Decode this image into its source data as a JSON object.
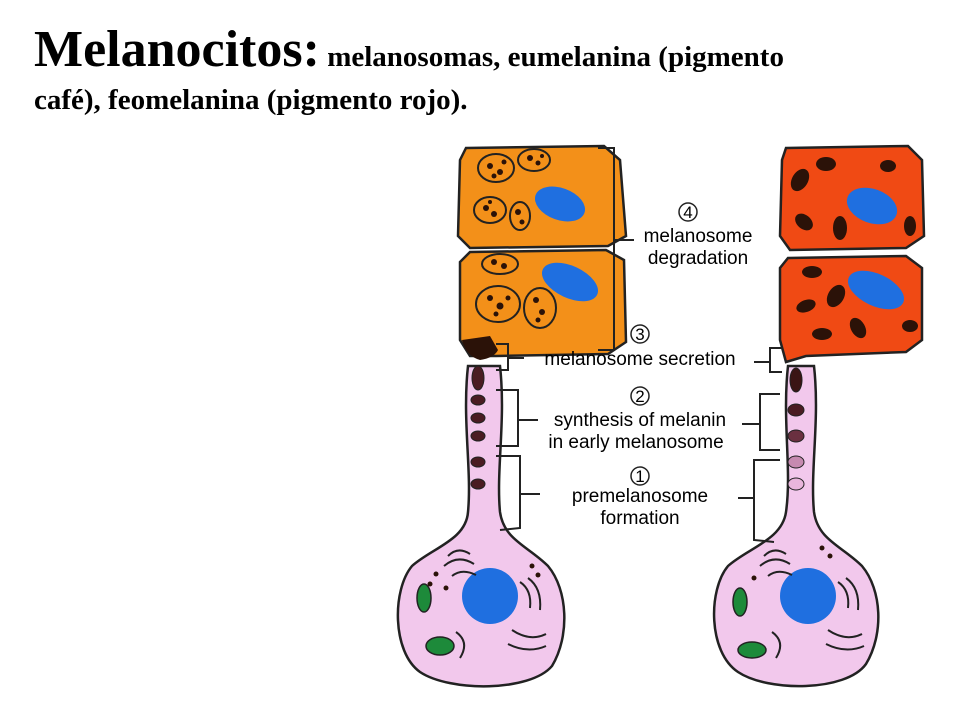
{
  "title": {
    "main": "Melanocitos:",
    "rest": " melanosomas, eumelanina (pigmento",
    "line2": "café), feomelanina (pigmento rojo)."
  },
  "diagram": {
    "stages": [
      {
        "number": "4",
        "line1": "melanosome",
        "line2": "degradation"
      },
      {
        "number": "3",
        "line1": "melanosome secretion"
      },
      {
        "number": "2",
        "line1": "synthesis of melanin",
        "line2": "in early melanosome"
      },
      {
        "number": "1",
        "line1": "premelanosome",
        "line2": "formation"
      }
    ]
  },
  "colors": {
    "eumelanin_cell": "#f39019",
    "pheomelanin_cell": "#f04a14",
    "melanocyte": "#f2c8ec",
    "nucleus": "#1f6fe0",
    "melanin": "#2b1208",
    "mitochondria": "#1d8a3a"
  }
}
